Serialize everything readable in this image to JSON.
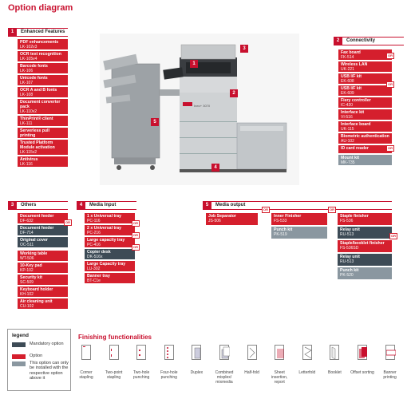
{
  "title": "Option diagram",
  "sections": {
    "enhanced": {
      "num": "1",
      "label": "Enhanced Features",
      "items": [
        {
          "name": "PDF enhancements",
          "code": "LK-102v3"
        },
        {
          "name": "OCR text recognition",
          "code": "LK-105v4"
        },
        {
          "name": "Barcode fonts",
          "code": "LK-106"
        },
        {
          "name": "Unicode fonts",
          "code": "LK-107"
        },
        {
          "name": "OCR A and B fonts",
          "code": "LK-108"
        },
        {
          "name": "Document converter pack",
          "code": "LK-110v2"
        },
        {
          "name": "ThinPrint® client",
          "code": "LK-111"
        },
        {
          "name": "Serverless pull printing",
          "code": "LK-114"
        },
        {
          "name": "Trusted Platform Module activation",
          "code": "LK-115v2"
        },
        {
          "name": "Antivirus",
          "code": "LK-116"
        }
      ]
    },
    "connectivity": {
      "num": "2",
      "label": "Connectivity",
      "items": [
        {
          "name": "Fax board",
          "code": "FK-514"
        },
        {
          "name": "Wireless LAN",
          "code": "UK-221"
        },
        {
          "name": "USB I/F kit",
          "code": "EK-608"
        },
        {
          "name": "USB I/F kit",
          "code": "EK-609"
        },
        {
          "name": "Fiery controller",
          "code": "IC-420"
        },
        {
          "name": "Interface kit",
          "code": "VI-516"
        },
        {
          "name": "Interface board",
          "code": "UK-115"
        },
        {
          "name": "Biometric authentication",
          "code": "AU-102"
        },
        {
          "name": "ID card reader",
          "code": ""
        },
        {
          "name": "Mount kit",
          "code": "MK-735"
        }
      ]
    },
    "others": {
      "num": "3",
      "label": "Others",
      "items": [
        {
          "name": "Document feeder",
          "code": "DF-632"
        },
        {
          "name": "Document feeder",
          "code": "DF-714"
        },
        {
          "name": "Original cover",
          "code": "OC-511"
        },
        {
          "name": "Working table",
          "code": "WT-506"
        },
        {
          "name": "10-Key pad",
          "code": "KP-102"
        },
        {
          "name": "Security kit",
          "code": "SC-509"
        },
        {
          "name": "Keyboard holder",
          "code": "KH-102"
        },
        {
          "name": "Air cleaning unit",
          "code": "CU-102"
        }
      ]
    },
    "media_input": {
      "num": "4",
      "label": "Media Input",
      "items": [
        {
          "name": "1 x Universal tray",
          "code": "PC-116"
        },
        {
          "name": "2 x Universal tray",
          "code": "PC-216"
        },
        {
          "name": "Large capacity tray",
          "code": "PC-416"
        },
        {
          "name": "Copier desk",
          "code": "DK-516x"
        },
        {
          "name": "Large Capacity tray",
          "code": "LU-302"
        },
        {
          "name": "Banner tray",
          "code": "BT-C1e"
        }
      ]
    },
    "media_output": {
      "num": "5",
      "label": "Media output",
      "job": {
        "name": "Job Separator",
        "code": "JS-506"
      },
      "inner": {
        "name": "Inner Finisher",
        "code": "FS-533"
      },
      "inner_punch": {
        "name": "Punch kit",
        "code": "PK-519"
      },
      "staple": {
        "name": "Staple finisher",
        "code": "FS-536"
      },
      "relay1": {
        "name": "Relay unit",
        "code": "RU-513"
      },
      "booklet": {
        "name": "Staple/booklet finisher",
        "code": "FS-536SD"
      },
      "relay2": {
        "name": "Relay unit",
        "code": "RU-513"
      },
      "punch2": {
        "name": "Punch kit",
        "code": "PK-520"
      }
    }
  },
  "ok_label": "OR",
  "legend": {
    "title": "legend",
    "mandatory": "Mandatory option",
    "option": "Option",
    "installed": "This option can only be installed with the respective option above it",
    "colors": {
      "mandatory": "#3d4b56",
      "option": "#d51f2d",
      "installed": "#8a97a0"
    }
  },
  "finishing": {
    "title": "Finishing functionalities",
    "items": [
      "Corner stapling",
      "Two-point stapling",
      "Two-hole punching",
      "Four-hole punching",
      "Duplex",
      "Combined mixplex/ mixmedia",
      "Half-fold",
      "Sheet insertion, report",
      "Letterfold",
      "Booklet",
      "Offset sorting",
      "Banner printing"
    ]
  },
  "machine_label": "Ineo+ 3070",
  "callouts": [
    "1",
    "2",
    "3",
    "4",
    "5"
  ]
}
